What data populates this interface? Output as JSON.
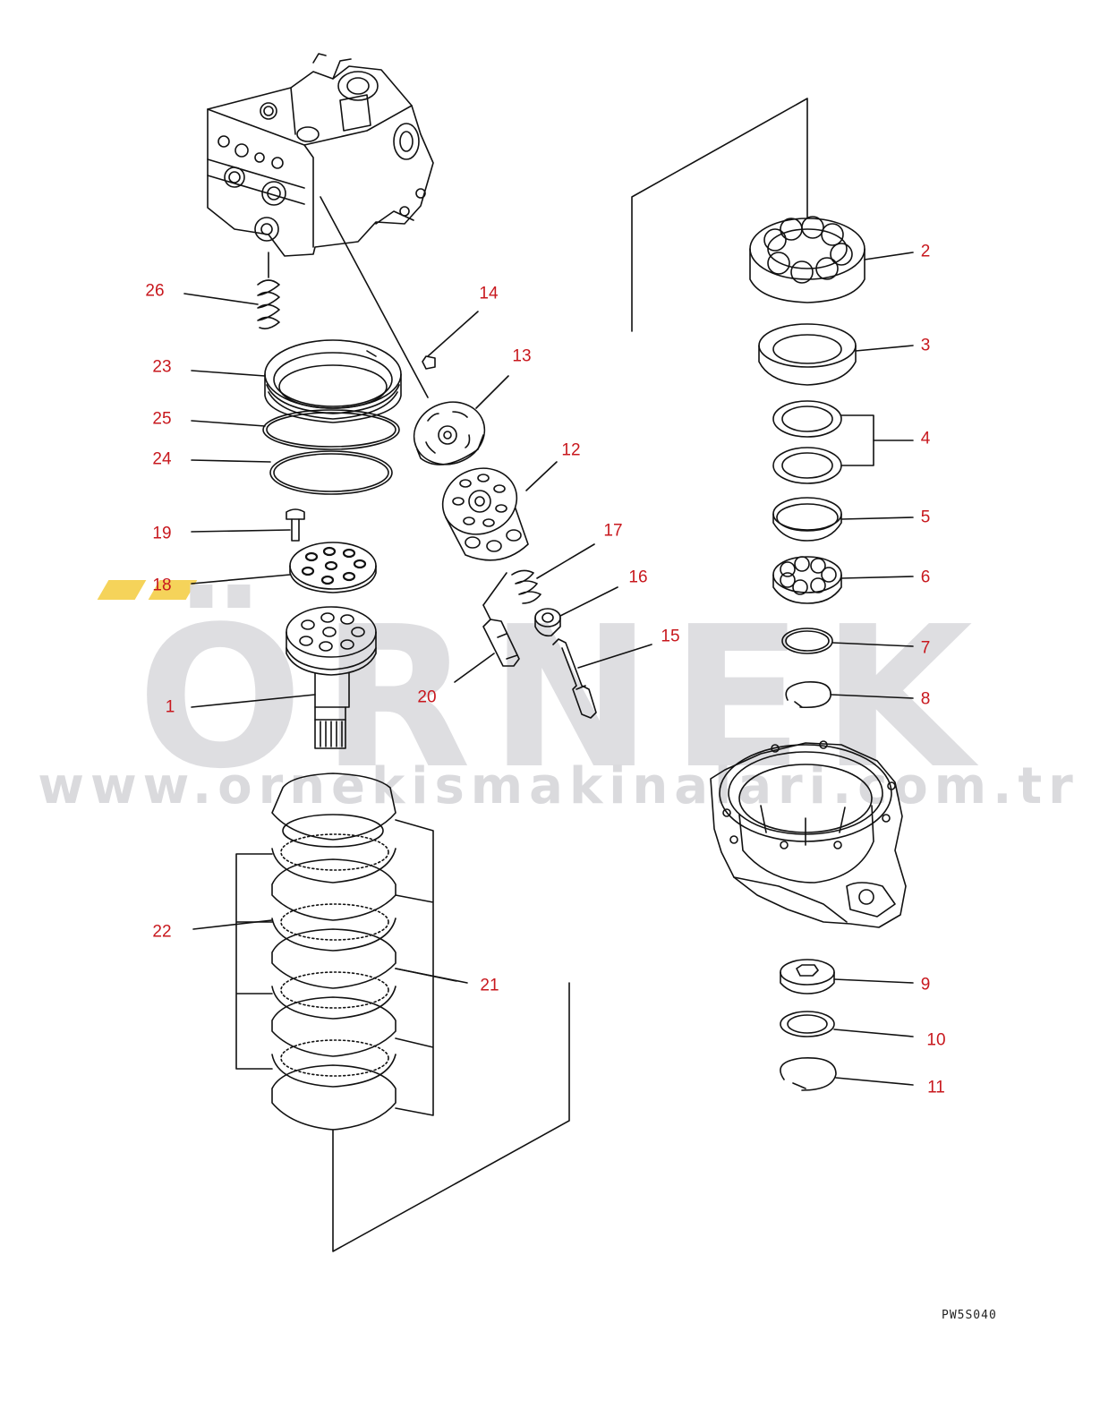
{
  "watermark": {
    "brand": "ÖRNEK",
    "url": "www.ornekismakinalari.com.tr",
    "accent_color": "#f5d35a"
  },
  "drawing_code": "PW5S040",
  "callout_color": "#c8181e",
  "callouts": [
    {
      "id": "c1",
      "label": "1"
    },
    {
      "id": "c2",
      "label": "2"
    },
    {
      "id": "c3",
      "label": "3"
    },
    {
      "id": "c4",
      "label": "4"
    },
    {
      "id": "c5",
      "label": "5"
    },
    {
      "id": "c6",
      "label": "6"
    },
    {
      "id": "c7",
      "label": "7"
    },
    {
      "id": "c8",
      "label": "8"
    },
    {
      "id": "c9",
      "label": "9"
    },
    {
      "id": "c10",
      "label": "10"
    },
    {
      "id": "c11",
      "label": "11"
    },
    {
      "id": "c12",
      "label": "12"
    },
    {
      "id": "c13",
      "label": "13"
    },
    {
      "id": "c14",
      "label": "14"
    },
    {
      "id": "c15",
      "label": "15"
    },
    {
      "id": "c16",
      "label": "16"
    },
    {
      "id": "c17",
      "label": "17"
    },
    {
      "id": "c18",
      "label": "18"
    },
    {
      "id": "c19",
      "label": "19"
    },
    {
      "id": "c20",
      "label": "20"
    },
    {
      "id": "c21",
      "label": "21"
    },
    {
      "id": "c22",
      "label": "22"
    },
    {
      "id": "c23",
      "label": "23"
    },
    {
      "id": "c24",
      "label": "24"
    },
    {
      "id": "c25",
      "label": "25"
    },
    {
      "id": "c26",
      "label": "26"
    }
  ]
}
